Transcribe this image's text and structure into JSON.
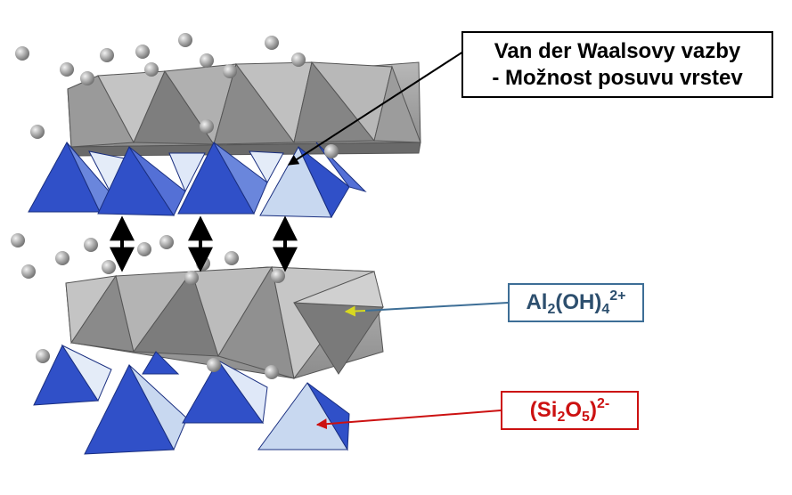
{
  "labels": {
    "van_der_waals": {
      "line1": "Van der Waalsovy vazby",
      "line2": "- Možnost posuvu vrstev"
    },
    "al_layer": {
      "base": "Al",
      "sub1": "2",
      "mid": "(OH)",
      "sub2": "4",
      "charge": "2+"
    },
    "si_layer": {
      "open": "(Si",
      "sub1": "2",
      "mid": "O",
      "sub2": "5",
      "close": ")",
      "charge": "2-"
    }
  },
  "colors": {
    "tetrahedron_blue": "#3050c8",
    "tetrahedron_light": "#c8d8f0",
    "octahedron_dark": "#8a8a8a",
    "octahedron_light": "#b4b4b4",
    "atom": "#a8a8a8",
    "al_pointer": "#3d6e96",
    "si_pointer": "#cc1111"
  }
}
